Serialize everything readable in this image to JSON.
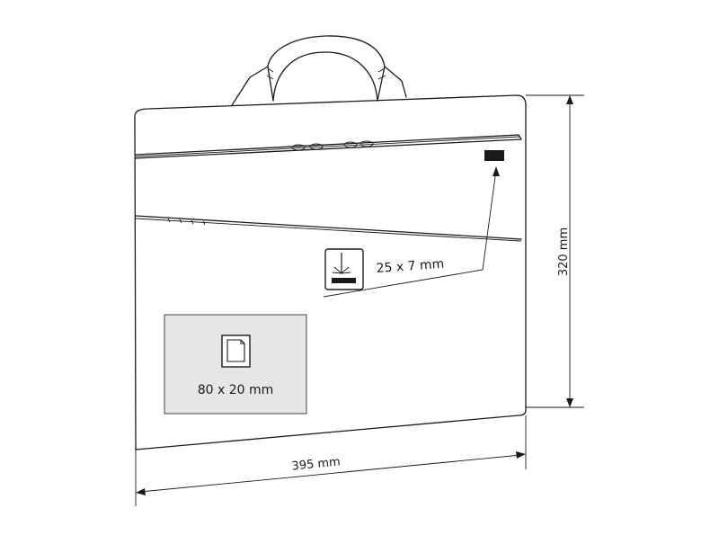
{
  "dimensions": {
    "width_label": "395 mm",
    "height_label": "320 mm"
  },
  "print_areas": [
    {
      "method_icon": "laser-engraving-icon",
      "size_label": "25 x 7 mm"
    },
    {
      "method_icon": "label-sticker-icon",
      "size_label": "80 x 20 mm",
      "fill_color": "#e6e6e6"
    }
  ],
  "colors": {
    "outline": "#1a1a1a",
    "print_zone": "#e6e6e6",
    "engraving_plate": "#1a1a1a"
  }
}
